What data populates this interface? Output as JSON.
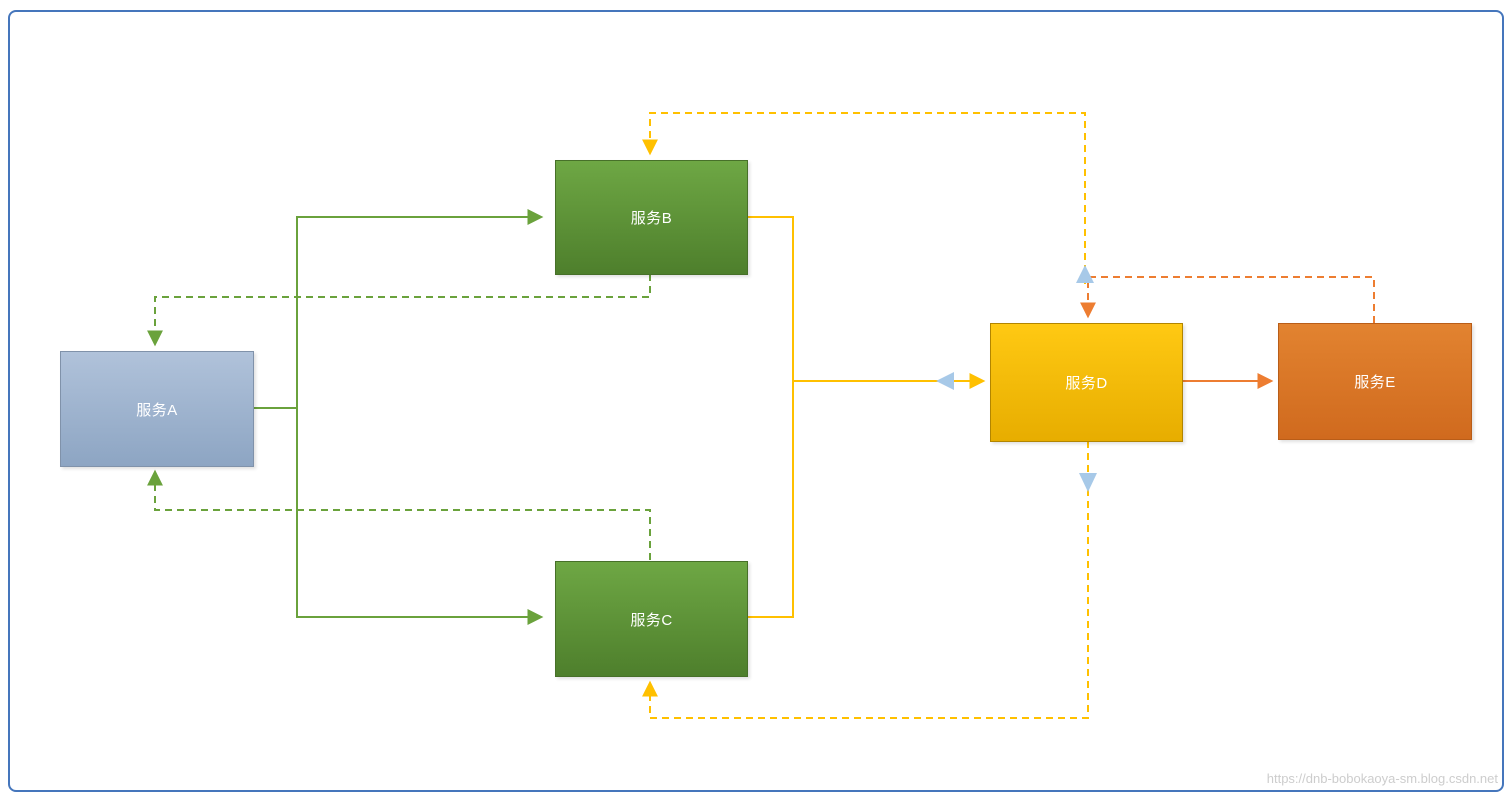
{
  "diagram": {
    "nodes": {
      "a": {
        "label": "服务A",
        "fill": "#9fb4d0",
        "border": "#8092aa",
        "text_color": "#ffffff"
      },
      "b": {
        "label": "服务B",
        "fill": "#5e9636",
        "border": "#477029",
        "text_color": "#ffffff"
      },
      "c": {
        "label": "服务C",
        "fill": "#5e9636",
        "border": "#477029",
        "text_color": "#ffffff"
      },
      "d": {
        "label": "服务D",
        "fill": "#f3ba09",
        "border": "#b28500",
        "text_color": "#ffffff"
      },
      "e": {
        "label": "服务E",
        "fill": "#d97627",
        "border": "#b95d18",
        "text_color": "#ffffff"
      }
    },
    "edges": [
      {
        "from": "服务A",
        "to": "服务B",
        "style": "solid",
        "color": "#6aa23c"
      },
      {
        "from": "服务A",
        "to": "服务C",
        "style": "solid",
        "color": "#6aa23c"
      },
      {
        "from": "服务B",
        "to": "服务A",
        "style": "dashed",
        "color": "#6aa23c"
      },
      {
        "from": "服务C",
        "to": "服务A",
        "style": "dashed",
        "color": "#6aa23c"
      },
      {
        "from": "服务B",
        "to": "服务D",
        "style": "solid",
        "color": "#ffc000"
      },
      {
        "from": "服务C",
        "to": "服务D",
        "style": "solid",
        "color": "#ffc000"
      },
      {
        "from": "服务D",
        "to": "服务B",
        "style": "dashed",
        "color": "#ffc000"
      },
      {
        "from": "服务D",
        "to": "服务C",
        "style": "dashed",
        "color": "#ffc000"
      },
      {
        "from": "服务D",
        "to": "服务E",
        "style": "solid",
        "color": "#ed7d31"
      },
      {
        "from": "服务E",
        "to": "服务D",
        "style": "dashed",
        "color": "#ed7d31"
      }
    ],
    "colors": {
      "green_line": "#6aa23c",
      "yellow_line": "#ffc000",
      "orange_line": "#ed7d31",
      "light_blue_arrow": "#a7c9e8",
      "frame_border": "#4576bc"
    },
    "watermark": "https://dnb-bobokaoya-sm.blog.csdn.net"
  }
}
